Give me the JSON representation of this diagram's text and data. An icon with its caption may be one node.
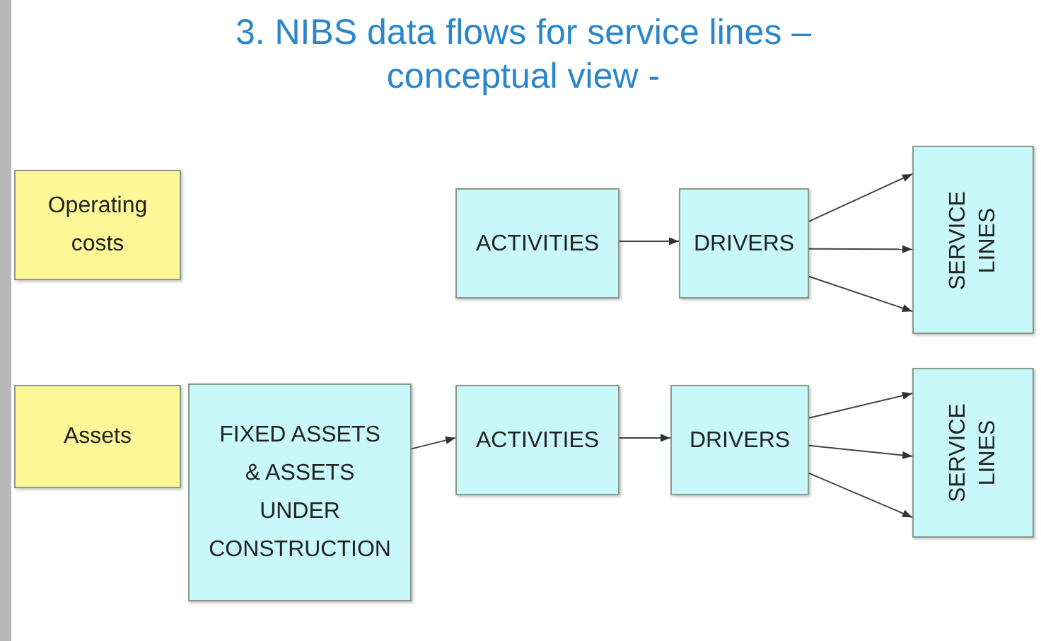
{
  "diagram": {
    "title": "3. NIBS data flows for service lines – conceptual view -",
    "nodes": [
      {
        "text": [
          "Operating costs"
        ]
      },
      {
        "text": [
          "ACTIVITIES"
        ]
      },
      {
        "text": [
          "DRIVERS"
        ]
      },
      {
        "text": [
          "SERVICE LINES"
        ]
      },
      {
        "text": [
          "Assets"
        ]
      },
      {
        "text": [
          "FIXED ASSETS & ASSETS UNDER CONSTRUCTION"
        ]
      },
      {
        "text": [
          "ACTIVITIES"
        ]
      },
      {
        "text": [
          "DRIVERS"
        ]
      },
      {
        "text": [
          "SERVICE LINES"
        ]
      }
    ],
    "edges": [
      {
        "from": 1,
        "to": 2,
        "arrow": "to"
      },
      {
        "from": 2,
        "to": 3,
        "arrow": "to"
      },
      {
        "from": 2,
        "to": 3,
        "arrow": "to"
      },
      {
        "from": 2,
        "to": 3,
        "arrow": "to"
      },
      {
        "from": 5,
        "to": 6,
        "arrow": "to"
      },
      {
        "from": 6,
        "to": 7,
        "arrow": "to"
      },
      {
        "from": 7,
        "to": 8,
        "arrow": "to"
      },
      {
        "from": 7,
        "to": 8,
        "arrow": "to"
      },
      {
        "from": 7,
        "to": 8,
        "arrow": "to"
      }
    ]
  }
}
